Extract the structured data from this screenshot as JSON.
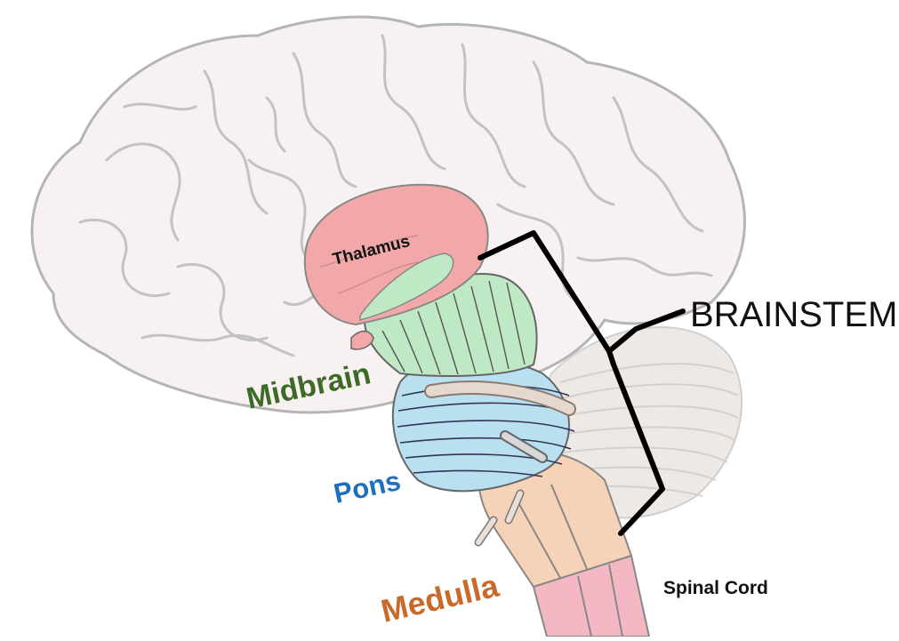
{
  "labels": {
    "brainstem": "BRAINSTEM",
    "thalamus": "Thalamus",
    "midbrain": "Midbrain",
    "pons": "Pons",
    "medulla": "Medulla",
    "spinal_cord": "Spinal Cord"
  },
  "colors": {
    "brain_outline": "#b5b5b5",
    "brain_fill": "#f7f2f1",
    "thalamus_fill": "#f2a8a8",
    "midbrain_fill": "#bfe8c4",
    "pons_fill": "#b8e0f0",
    "medulla_fill": "#f6d2b8",
    "spinal_cord_fill": "#f4b8c4",
    "cerebellum_fill": "#efe9e6",
    "bracket": "#000000",
    "midbrain_label": "#3e6a27",
    "pons_label": "#1f6fbf",
    "medulla_label": "#c96a2a",
    "text": "#111111"
  }
}
